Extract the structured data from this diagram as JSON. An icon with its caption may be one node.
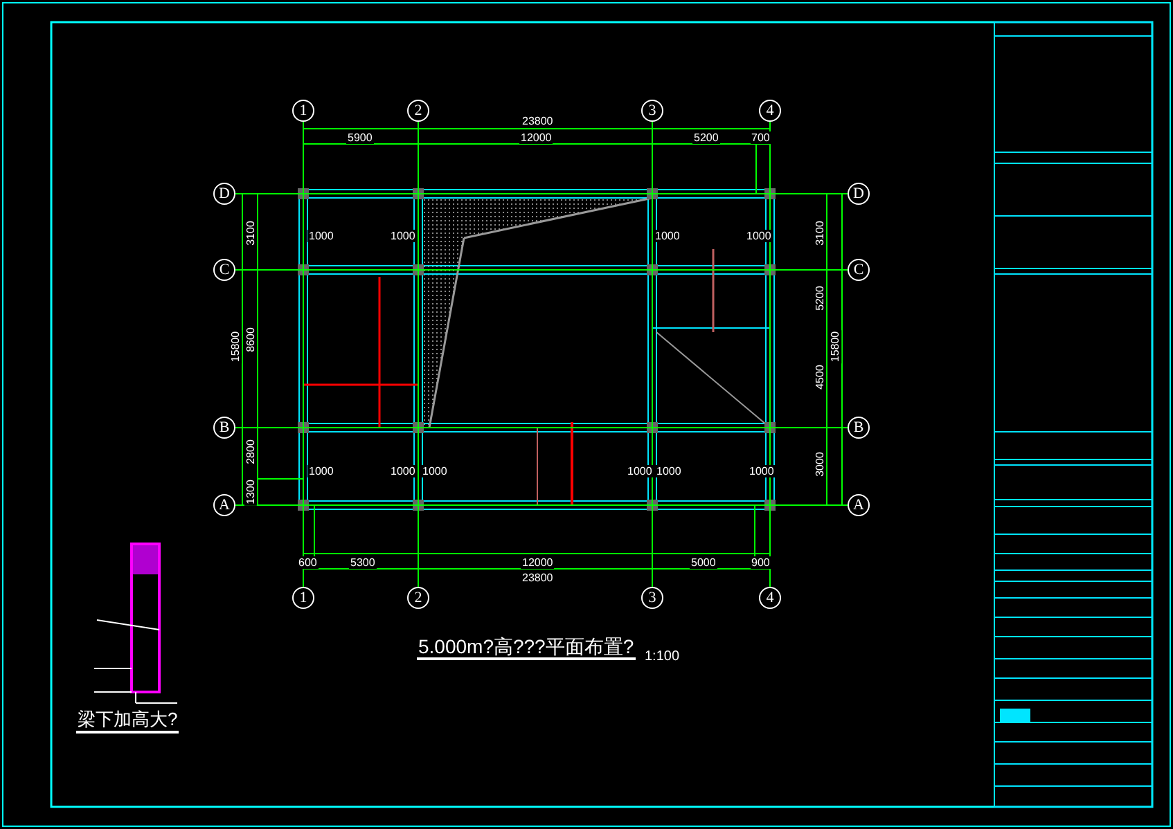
{
  "diagram": {
    "title": "5.000m?高???平面布置?",
    "nodes": [
      {
        "text": [
          "1"
        ]
      },
      {
        "text": [
          "2"
        ]
      },
      {
        "text": [
          "3"
        ]
      },
      {
        "text": [
          "4"
        ]
      },
      {
        "text": [
          "D"
        ]
      },
      {
        "text": [
          "D"
        ]
      },
      {
        "text": [
          "C"
        ]
      },
      {
        "text": [
          "C"
        ]
      },
      {
        "text": [
          "B"
        ]
      },
      {
        "text": [
          "B"
        ]
      },
      {
        "text": [
          "A"
        ]
      },
      {
        "text": [
          "A"
        ]
      },
      {
        "text": [
          "1"
        ]
      },
      {
        "text": [
          "2"
        ]
      },
      {
        "text": [
          "3"
        ]
      },
      {
        "text": [
          "4"
        ]
      }
    ],
    "edges": [],
    "labels": [
      "23800",
      "5900",
      "12000",
      "5200",
      "700",
      "15800",
      "3100",
      "8600",
      "2800",
      "1300",
      "3100",
      "5200",
      "4500",
      "3000",
      "15800",
      "1000",
      "1000",
      "1000",
      "1000",
      "1000",
      "1000",
      "1000",
      "1000",
      "1000",
      "1000",
      "600",
      "5300",
      "12000",
      "5000",
      "900",
      "23800",
      "1:100",
      "梁下加高大?"
    ]
  }
}
